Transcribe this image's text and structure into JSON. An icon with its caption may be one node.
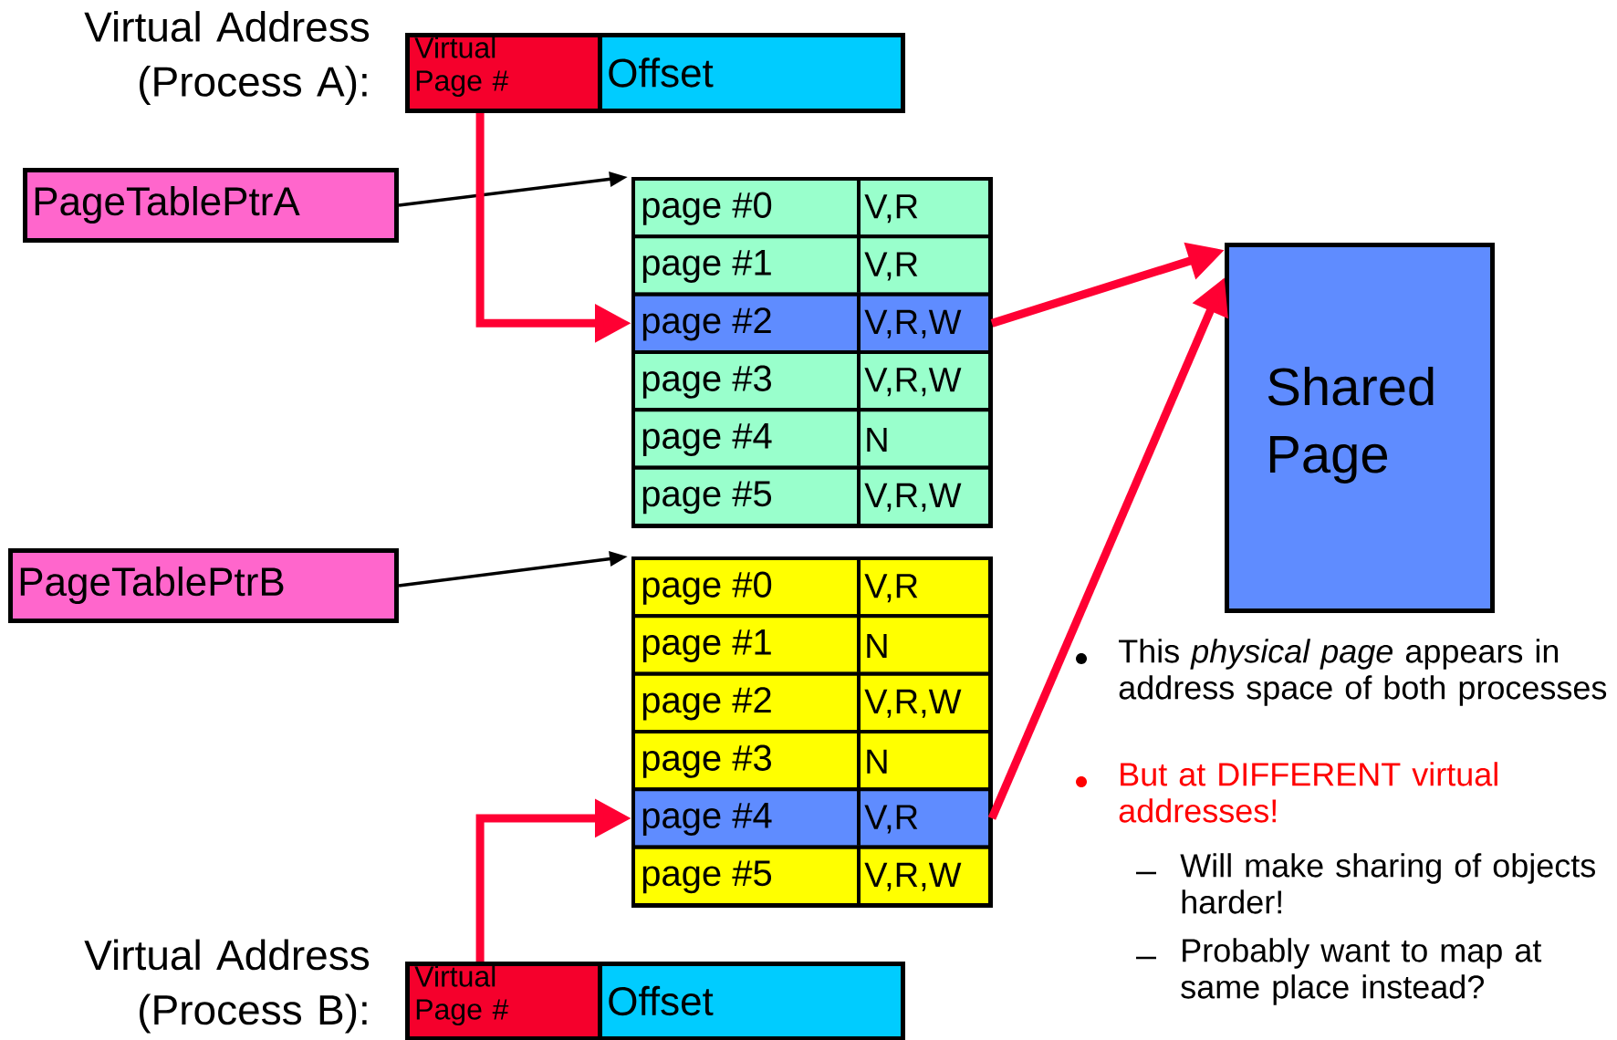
{
  "diagram": {
    "nodes": [
      {
        "text": [
          "Virtual Page #"
        ],
        "beside": [
          "Virtual Address (Process A):"
        ]
      },
      {
        "text": [
          "Offset"
        ]
      },
      {
        "text": [
          "PageTablePtrA"
        ]
      },
      {
        "text": [],
        "shape": "box"
      },
      {
        "text": [
          "page #0",
          "V,R"
        ],
        "in": 3
      },
      {
        "text": [
          "page #1",
          "V,R"
        ],
        "in": 3
      },
      {
        "text": [
          "page #2",
          "V,R,W"
        ],
        "in": 3
      },
      {
        "text": [
          "page #3",
          "V,R,W"
        ],
        "in": 3
      },
      {
        "text": [
          "page #4",
          "N"
        ],
        "in": 3
      },
      {
        "text": [
          "page #5",
          "V,R,W"
        ],
        "in": 3
      },
      {
        "text": [
          "PageTablePtrB"
        ]
      },
      {
        "text": [],
        "shape": "box"
      },
      {
        "text": [
          "page #0",
          "V,R"
        ],
        "in": 11
      },
      {
        "text": [
          "page #1",
          "N"
        ],
        "in": 11
      },
      {
        "text": [
          "page #2",
          "V,R,W"
        ],
        "in": 11
      },
      {
        "text": [
          "page #3",
          "N"
        ],
        "in": 11
      },
      {
        "text": [
          "page #4",
          "V,R"
        ],
        "in": 11
      },
      {
        "text": [
          "page #5",
          "V,R,W"
        ],
        "in": 11
      },
      {
        "text": [
          "Shared Page"
        ]
      },
      {
        "text": [
          "Virtual Page #"
        ],
        "beside": [
          "Virtual Address (Process B):"
        ]
      },
      {
        "text": [
          "Offset"
        ]
      }
    ],
    "edges": [
      {
        "from": 2,
        "to": 3,
        "arrow": "to",
        "color": "#000000"
      },
      {
        "from": 0,
        "to": 6,
        "arrow": "to",
        "color": "#ff0033"
      },
      {
        "from": 6,
        "to": 18,
        "arrow": "to",
        "color": "#ff0033"
      },
      {
        "from": 10,
        "to": 11,
        "arrow": "to",
        "color": "#000000"
      },
      {
        "from": 19,
        "to": 16,
        "arrow": "to",
        "color": "#ff0033"
      },
      {
        "from": 16,
        "to": 18,
        "arrow": "to",
        "color": "#ff0033"
      }
    ],
    "labels": [
      "This *physical page* appears in address space of both processes",
      "But at DIFFERENT virtual addresses!",
      "Will make sharing of objects harder!",
      "Probably want to map at same place instead?"
    ]
  }
}
